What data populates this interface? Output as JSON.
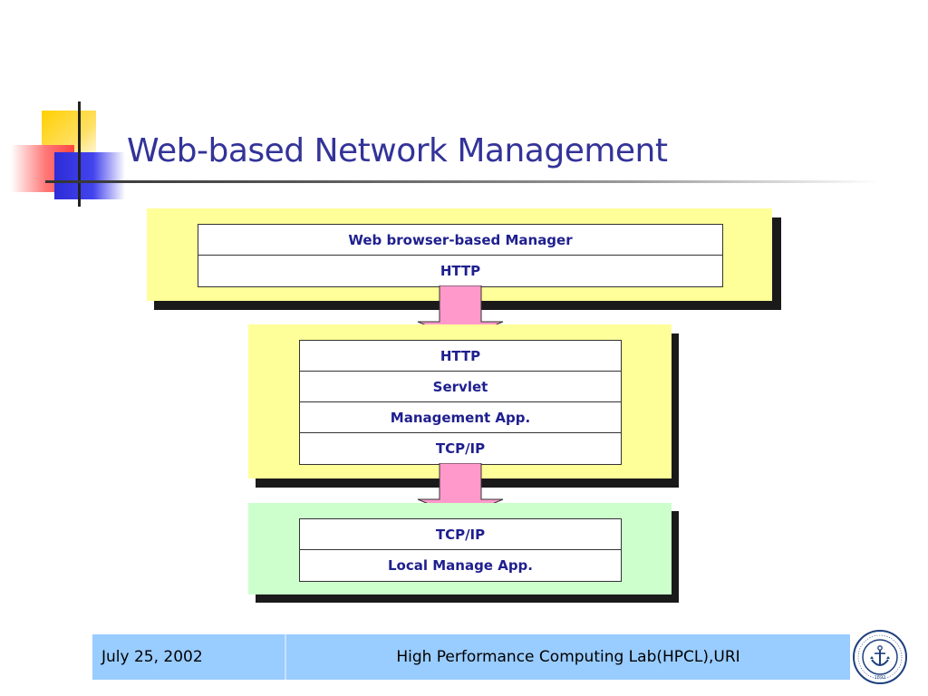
{
  "slide": {
    "title": "Web-based Network Management"
  },
  "diagram": {
    "blocks": [
      {
        "cells": [
          "Web browser-based Manager",
          "HTTP"
        ]
      },
      {
        "cells": [
          "HTTP",
          "Servlet",
          "Management App.",
          "TCP/IP"
        ]
      },
      {
        "cells": [
          "TCP/IP",
          "Local Manage App."
        ]
      }
    ]
  },
  "footer": {
    "date": "July 25, 2002",
    "lab": "High Performance Computing Lab(HPCL),URI"
  },
  "seal": {
    "text": "UNIVERSITY OF RHODE ISLAND 1892"
  },
  "colors": {
    "title": "#333399",
    "cell_text": "#1f1f8f",
    "panel_yellow": "#ffff99",
    "panel_green": "#ccffcc",
    "arrow_pink": "#ff99cc",
    "footer_bg": "#99ccff"
  }
}
